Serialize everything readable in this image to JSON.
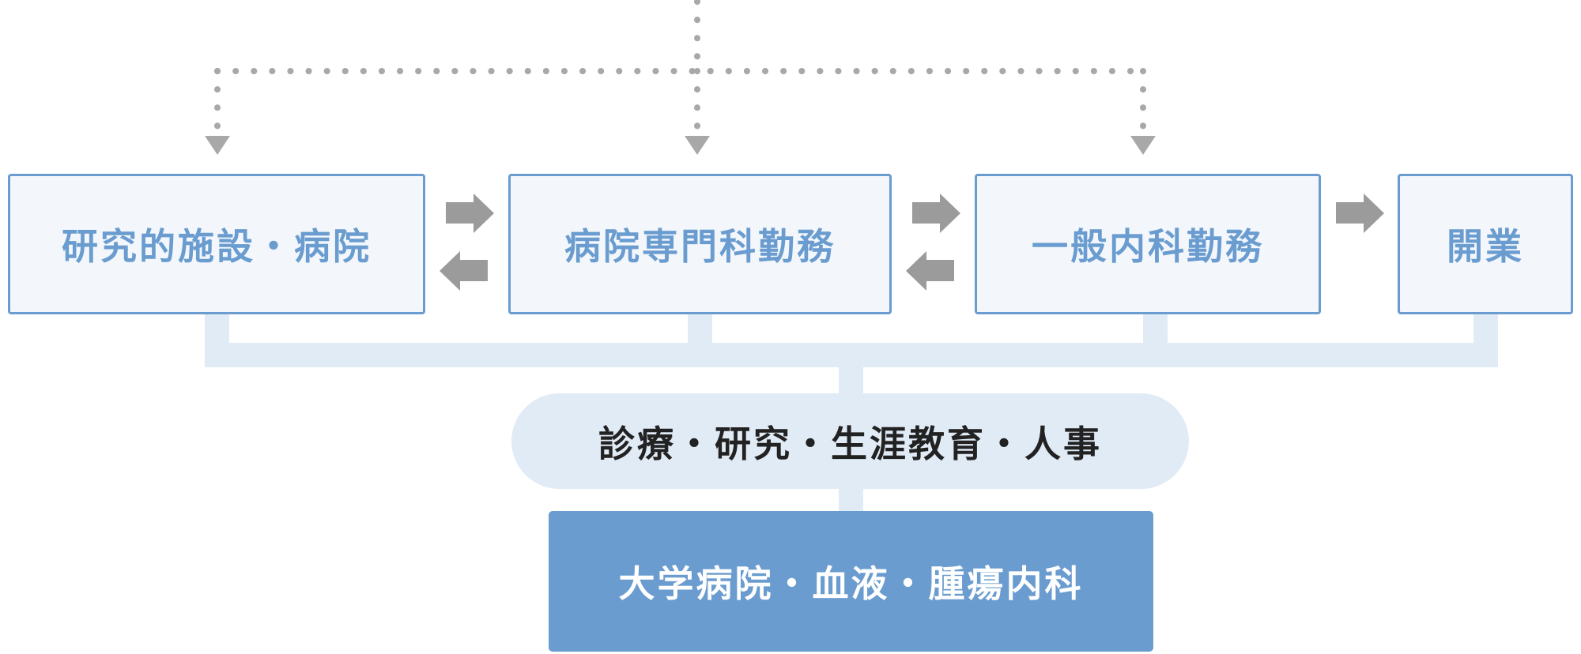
{
  "diagram": {
    "career_nodes": [
      {
        "label": "研究的施設・病院"
      },
      {
        "label": "病院専門科勤務"
      },
      {
        "label": "一般内科勤務"
      },
      {
        "label": "開業"
      }
    ],
    "activities": "診療・研究・生涯教育・人事",
    "base": "大学病院・血液・腫瘍内科"
  },
  "colors": {
    "node_border": "#6a9ccf",
    "node_fill": "#f3f7fc",
    "node_text": "#6a9ccf",
    "connector": "#e1ebf6",
    "arrow": "#9b9b9b",
    "dotted_line": "#a8a8a8",
    "base_fill": "#6a9ccf",
    "activities_text": "#222222"
  }
}
